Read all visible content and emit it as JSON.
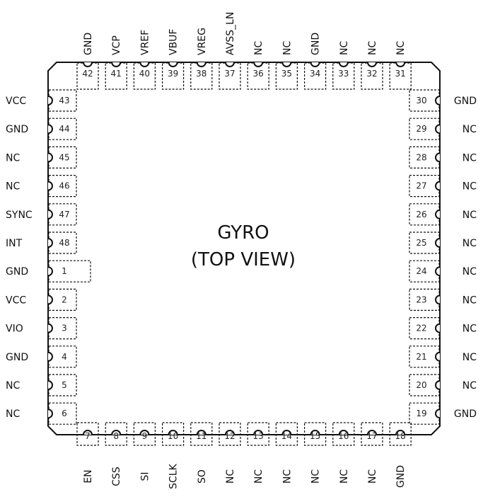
{
  "diagram": {
    "title_line1": "GYRO",
    "title_line2": "(TOP VIEW)",
    "pins": {
      "left": [
        {
          "num": "43",
          "name": "VCC"
        },
        {
          "num": "44",
          "name": "GND"
        },
        {
          "num": "45",
          "name": "NC"
        },
        {
          "num": "46",
          "name": "NC"
        },
        {
          "num": "47",
          "name": "SYNC"
        },
        {
          "num": "48",
          "name": "INT"
        },
        {
          "num": "1",
          "name": "GND"
        },
        {
          "num": "2",
          "name": "VCC"
        },
        {
          "num": "3",
          "name": "VIO"
        },
        {
          "num": "4",
          "name": "GND"
        },
        {
          "num": "5",
          "name": "NC"
        },
        {
          "num": "6",
          "name": "NC"
        }
      ],
      "bottom": [
        {
          "num": "7",
          "name": "EN"
        },
        {
          "num": "8",
          "name": "CSS"
        },
        {
          "num": "9",
          "name": "SI"
        },
        {
          "num": "10",
          "name": "SCLK"
        },
        {
          "num": "11",
          "name": "SO"
        },
        {
          "num": "12",
          "name": "NC"
        },
        {
          "num": "13",
          "name": "NC"
        },
        {
          "num": "14",
          "name": "NC"
        },
        {
          "num": "15",
          "name": "NC"
        },
        {
          "num": "16",
          "name": "NC"
        },
        {
          "num": "17",
          "name": "NC"
        },
        {
          "num": "18",
          "name": "GND"
        }
      ],
      "right": [
        {
          "num": "30",
          "name": "GND"
        },
        {
          "num": "29",
          "name": "NC"
        },
        {
          "num": "28",
          "name": "NC"
        },
        {
          "num": "27",
          "name": "NC"
        },
        {
          "num": "26",
          "name": "NC"
        },
        {
          "num": "25",
          "name": "NC"
        },
        {
          "num": "24",
          "name": "NC"
        },
        {
          "num": "23",
          "name": "NC"
        },
        {
          "num": "22",
          "name": "NC"
        },
        {
          "num": "21",
          "name": "NC"
        },
        {
          "num": "20",
          "name": "NC"
        },
        {
          "num": "19",
          "name": "GND"
        }
      ],
      "top": [
        {
          "num": "42",
          "name": "GND"
        },
        {
          "num": "41",
          "name": "VCP"
        },
        {
          "num": "40",
          "name": "VREF"
        },
        {
          "num": "39",
          "name": "VBUF"
        },
        {
          "num": "38",
          "name": "VREG"
        },
        {
          "num": "37",
          "name": "AVSS_LN"
        },
        {
          "num": "36",
          "name": "NC"
        },
        {
          "num": "35",
          "name": "NC"
        },
        {
          "num": "34",
          "name": "GND"
        },
        {
          "num": "33",
          "name": "NC"
        },
        {
          "num": "32",
          "name": "NC"
        },
        {
          "num": "31",
          "name": "NC"
        }
      ]
    }
  }
}
